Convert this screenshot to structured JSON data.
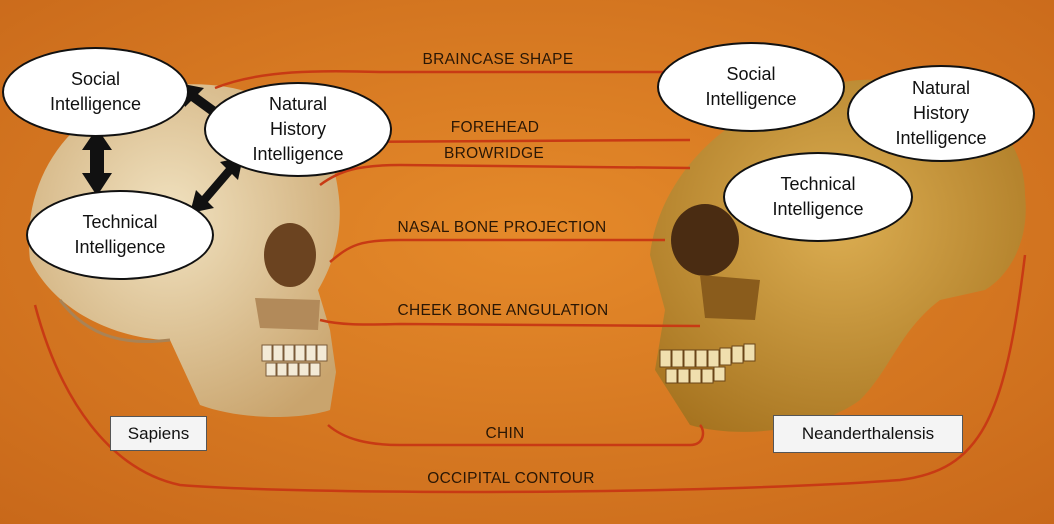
{
  "sapiens": {
    "social": "Social\nIntelligence",
    "natural": "Natural\nHistory\nIntelligence",
    "technical": "Technical\nIntelligence"
  },
  "neanderthal": {
    "social": "Social\nIntelligence",
    "natural": "Natural\nHistory\nIntelligence",
    "technical": "Technical\nIntelligence"
  },
  "features": {
    "braincase": "BRAINCASE SHAPE",
    "forehead": "FOREHEAD",
    "browridge": "BROWRIDGE",
    "nasal": "NASAL BONE PROJECTION",
    "cheek": "CHEEK BONE ANGULATION",
    "chin": "CHIN",
    "occipital": "OCCIPITAL CONTOUR"
  },
  "labels": {
    "sapiens": "Sapiens",
    "neanderthal": "Neanderthalensis"
  },
  "colors": {
    "background": "#d8771c",
    "line": "#c83a14",
    "bone": "#e6cfa3",
    "fossil": "#c9952f"
  },
  "icons": [
    "double-arrow-icon"
  ]
}
